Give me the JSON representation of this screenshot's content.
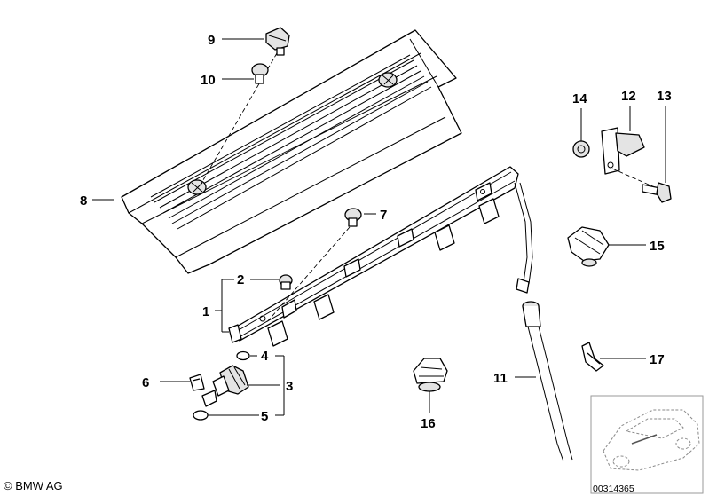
{
  "callouts": [
    {
      "id": "1",
      "label": "1"
    },
    {
      "id": "2",
      "label": "2"
    },
    {
      "id": "3",
      "label": "3"
    },
    {
      "id": "4",
      "label": "4"
    },
    {
      "id": "5",
      "label": "5"
    },
    {
      "id": "6",
      "label": "6"
    },
    {
      "id": "7",
      "label": "7"
    },
    {
      "id": "8",
      "label": "8"
    },
    {
      "id": "9",
      "label": "9"
    },
    {
      "id": "10",
      "label": "10"
    },
    {
      "id": "11",
      "label": "11"
    },
    {
      "id": "12",
      "label": "12"
    },
    {
      "id": "13",
      "label": "13"
    },
    {
      "id": "14",
      "label": "14"
    },
    {
      "id": "15",
      "label": "15"
    },
    {
      "id": "16",
      "label": "16"
    },
    {
      "id": "17",
      "label": "17"
    }
  ],
  "footer": {
    "copyright": "© BMW AG",
    "reference": "00314365"
  }
}
